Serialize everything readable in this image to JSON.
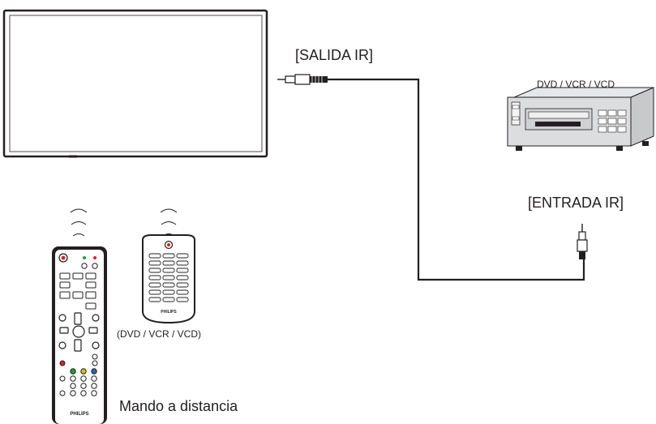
{
  "labels": {
    "ir_out": "[SALIDA IR]",
    "ir_in": "[ENTRADA IR]",
    "player_name": "DVD / VCR / VCD",
    "second_remote": "(DVD / VCR / VCD)",
    "remote_caption": "Mando a distancia"
  },
  "remote_brand": "PHILIPS",
  "colors": {
    "line": "#231f20",
    "accent_red": "#e0201c",
    "accent_green": "#2e9a3a",
    "accent_yellow": "#d4c21a",
    "accent_blue": "#1f6cc0"
  },
  "icons": {
    "display": "monitor-icon",
    "player": "dvd-player-icon",
    "remote": "remote-control-icon",
    "signal": "ir-signal-icon",
    "plug": "mini-jack-plug-icon"
  }
}
